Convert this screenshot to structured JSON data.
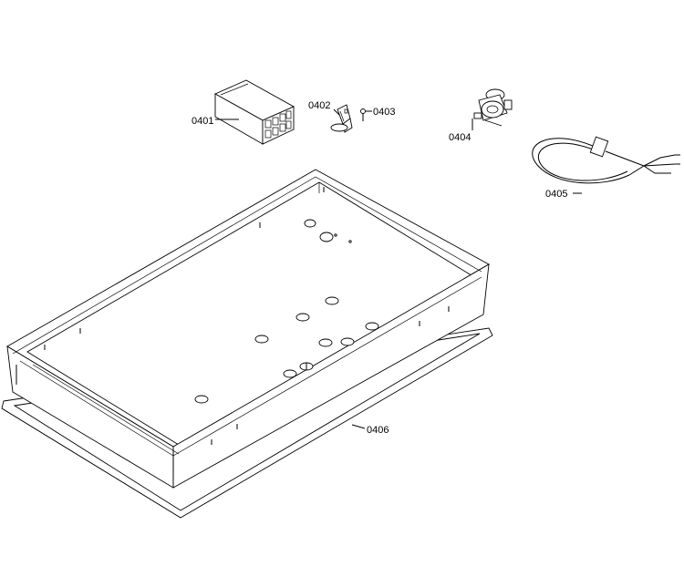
{
  "parts": [
    {
      "id": "p0401",
      "label": "0401"
    },
    {
      "id": "p0402",
      "label": "0402"
    },
    {
      "id": "p0403",
      "label": "0403"
    },
    {
      "id": "p0404",
      "label": "0404"
    },
    {
      "id": "p0405",
      "label": "0405"
    },
    {
      "id": "p0406",
      "label": "0406"
    }
  ]
}
